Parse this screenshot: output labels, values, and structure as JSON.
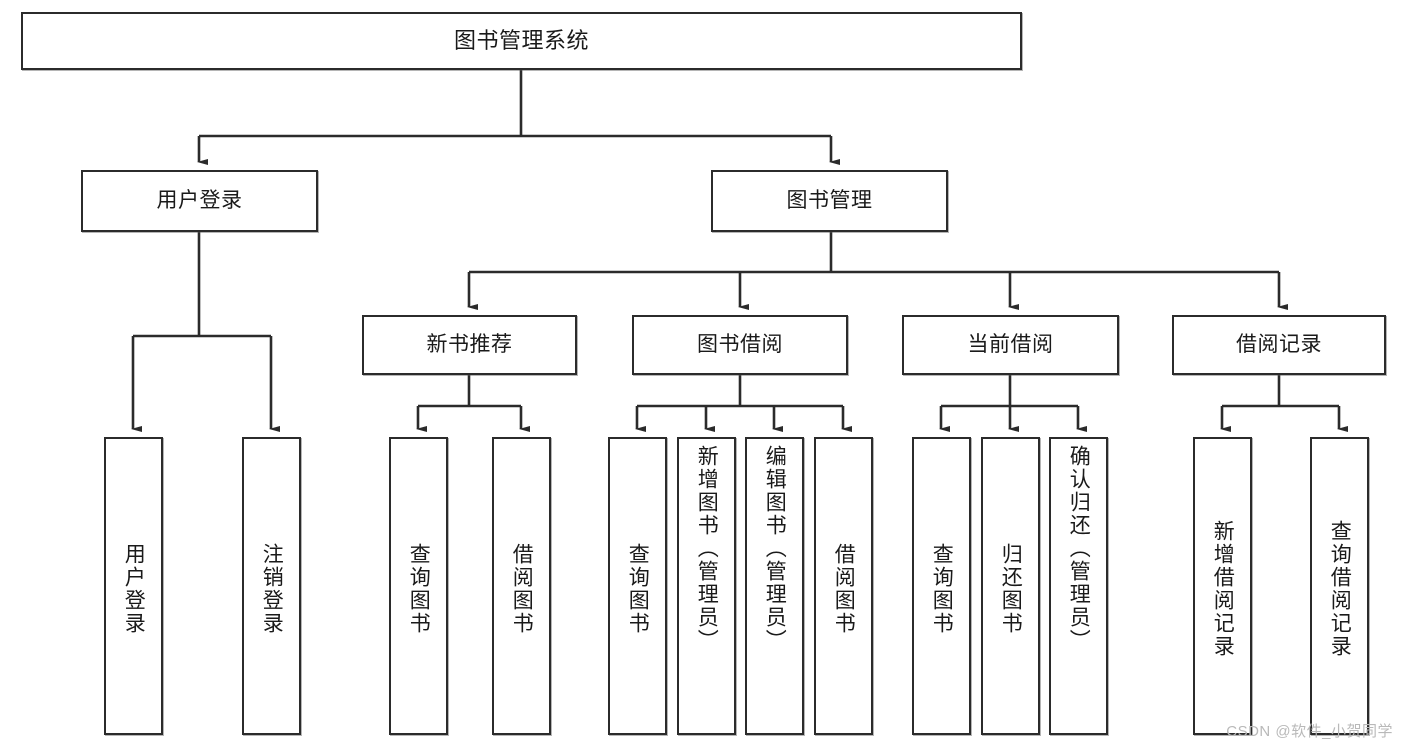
{
  "diagram": {
    "title": "图书管理系统",
    "type": "tree",
    "watermark": "CSDN @软件_小贺同学",
    "colors": {
      "box_border": "#2b2b2b",
      "box_fill": "#ffffff",
      "edge": "#2b2b2b",
      "text": "#1a1a1a",
      "watermark": "#b9b9b9"
    },
    "levels": {
      "root": [
        "图书管理系统"
      ],
      "level2": [
        "用户登录",
        "图书管理"
      ],
      "level3": [
        "新书推荐",
        "图书借阅",
        "当前借阅",
        "借阅记录"
      ],
      "leaves": [
        "用户登录",
        "注销登录",
        "查询图书",
        "借阅图书",
        "查询图书",
        "新增图书（管理员）",
        "编辑图书（管理员）",
        "借阅图书",
        "查询图书",
        "归还图书",
        "确认归还（管理员）",
        "新增借阅记录",
        "查询借阅记录"
      ]
    },
    "nodes": {
      "root": {
        "label": "图书管理系统"
      },
      "user_login": {
        "label": "用户登录"
      },
      "book_manage": {
        "label": "图书管理"
      },
      "new_book_rec": {
        "label": "新书推荐"
      },
      "book_borrow": {
        "label": "图书借阅"
      },
      "current_borrow": {
        "label": "当前借阅"
      },
      "borrow_record": {
        "label": "借阅记录"
      },
      "leaf_user_login": {
        "label": "用户登录"
      },
      "leaf_logout": {
        "label": "注销登录"
      },
      "leaf_query_book_1": {
        "label": "查询图书"
      },
      "leaf_borrow_book_1": {
        "label": "借阅图书"
      },
      "leaf_query_book_2": {
        "label": "查询图书"
      },
      "leaf_add_book": {
        "label": "新增图书（管理员）"
      },
      "leaf_edit_book": {
        "label": "编辑图书（管理员）"
      },
      "leaf_borrow_book_2": {
        "label": "借阅图书"
      },
      "leaf_query_book_3": {
        "label": "查询图书"
      },
      "leaf_return_book": {
        "label": "归还图书"
      },
      "leaf_confirm_return": {
        "label": "确认归还（管理员）"
      },
      "leaf_add_record": {
        "label": "新增借阅记录"
      },
      "leaf_query_record": {
        "label": "查询借阅记录"
      }
    },
    "edges": [
      {
        "from": "root",
        "to": "user_login"
      },
      {
        "from": "root",
        "to": "book_manage"
      },
      {
        "from": "user_login",
        "to": "leaf_user_login"
      },
      {
        "from": "user_login",
        "to": "leaf_logout"
      },
      {
        "from": "book_manage",
        "to": "new_book_rec"
      },
      {
        "from": "book_manage",
        "to": "book_borrow"
      },
      {
        "from": "book_manage",
        "to": "current_borrow"
      },
      {
        "from": "book_manage",
        "to": "borrow_record"
      },
      {
        "from": "new_book_rec",
        "to": "leaf_query_book_1"
      },
      {
        "from": "new_book_rec",
        "to": "leaf_borrow_book_1"
      },
      {
        "from": "book_borrow",
        "to": "leaf_query_book_2"
      },
      {
        "from": "book_borrow",
        "to": "leaf_add_book"
      },
      {
        "from": "book_borrow",
        "to": "leaf_edit_book"
      },
      {
        "from": "book_borrow",
        "to": "leaf_borrow_book_2"
      },
      {
        "from": "current_borrow",
        "to": "leaf_query_book_3"
      },
      {
        "from": "current_borrow",
        "to": "leaf_return_book"
      },
      {
        "from": "current_borrow",
        "to": "leaf_confirm_return"
      },
      {
        "from": "borrow_record",
        "to": "leaf_add_record"
      },
      {
        "from": "borrow_record",
        "to": "leaf_query_record"
      }
    ]
  }
}
